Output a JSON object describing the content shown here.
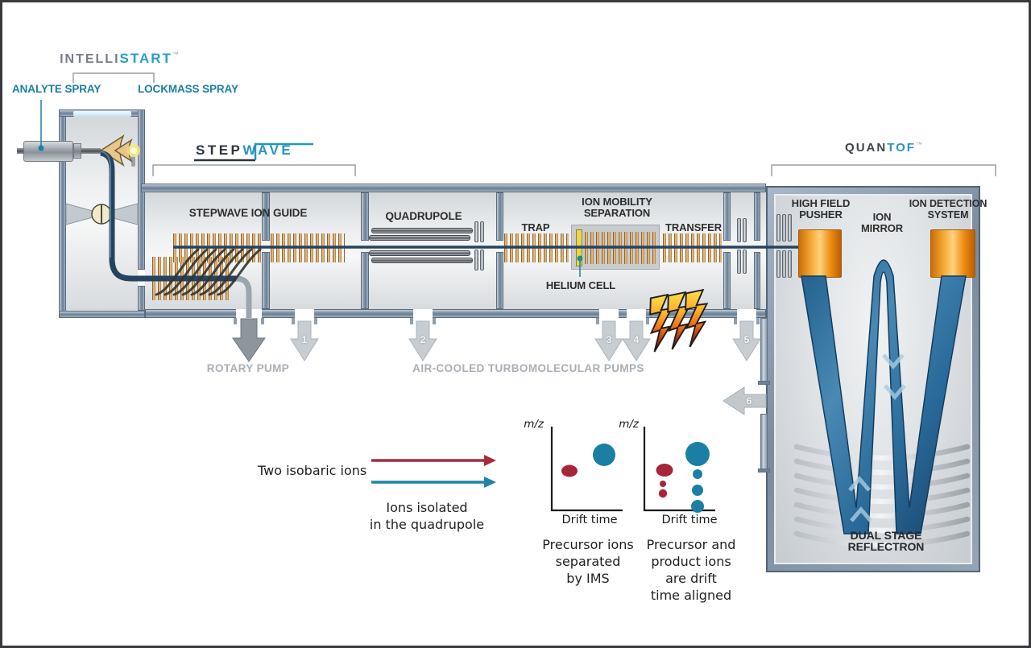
{
  "colors": {
    "teal_label": "#1b7fa5",
    "logo_blue": "#2b9cc7",
    "logo_dark": "#2b3240",
    "steel": "#8295a9",
    "comb_tan": "#e0b478",
    "orange": "#ef8c12",
    "w_ribbon_blue": "#2e6e9e",
    "legend_red": "#a62b3c",
    "legend_teal": "#1f86a5",
    "pump_text_gray": "#a9afb5",
    "lightning_yellow": "#ffe14a"
  },
  "logos": {
    "intellistart": {
      "pre": "INTELLI",
      "post": "START",
      "tm": "™"
    },
    "stepwave": {
      "pre": "STEP",
      "post": "WAVE"
    },
    "quantof": {
      "pre": "QUAN",
      "post": "TOF",
      "tm": "™"
    }
  },
  "source": {
    "analyte": "ANALYTE SPRAY",
    "lockmass": "LOCKMASS SPRAY"
  },
  "chambers": {
    "stepwave_ion_guide": "STEPWAVE ION GUIDE",
    "quadrupole": "QUADRUPOLE",
    "trap": "TRAP",
    "ion_mobility": "ION MOBILITY\nSEPARATION",
    "transfer": "TRANSFER",
    "helium_cell": "HELIUM CELL"
  },
  "tof": {
    "high_field_pusher": "HIGH FIELD\nPUSHER",
    "ion_mirror": "ION\nMIRROR",
    "ion_detection": "ION DETECTION\nSYSTEM",
    "reflectron": "DUAL STAGE REFLECTRON"
  },
  "pumps": {
    "rotary": "ROTARY PUMP",
    "turbo": "AIR-COOLED TURBOMOLECULAR PUMPS",
    "numbers": [
      "1",
      "2",
      "3",
      "4",
      "5",
      "6"
    ]
  },
  "legend": {
    "isobaric": "Two isobaric ions",
    "isolated": "Ions isolated\nin the quadrupole"
  },
  "plots": {
    "ylabel": "m/z",
    "xlabel": "Drift time",
    "left": {
      "caption": "Precursor ions\nseparated\nby IMS",
      "points": [
        {
          "series": "precursor A",
          "color": "red",
          "drift": "early",
          "mz": "mid",
          "size": "small"
        },
        {
          "series": "precursor B",
          "color": "teal",
          "drift": "late",
          "mz": "high",
          "size": "large"
        }
      ]
    },
    "right": {
      "caption": "Precursor and\nproduct ions\nare drift\ntime aligned",
      "points": [
        {
          "series": "precursor A + 2 products",
          "color": "red",
          "drift": "early",
          "aligned": true
        },
        {
          "series": "precursor B + 3 products",
          "color": "teal",
          "drift": "late",
          "aligned": true
        }
      ]
    }
  }
}
